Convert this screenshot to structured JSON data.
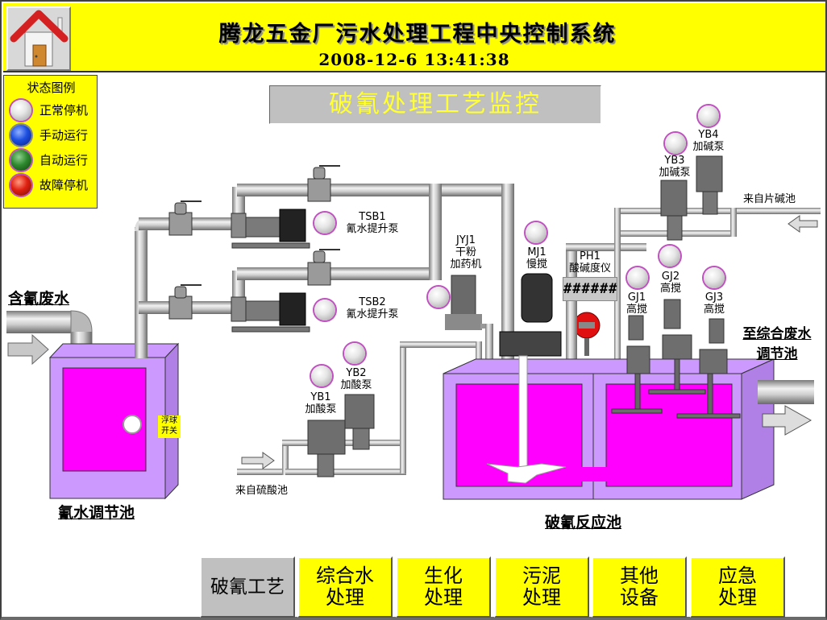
{
  "header": {
    "title": "腾龙五金厂污水处理工程中央控制系统",
    "datetime": "2008-12-6  13:41:38",
    "home_icon": "home-icon"
  },
  "legend": {
    "title": "状态图例",
    "items": [
      {
        "label": "正常停机",
        "color": "gray"
      },
      {
        "label": "手动运行",
        "color": "blue"
      },
      {
        "label": "自动运行",
        "color": "green"
      },
      {
        "label": "故障停机",
        "color": "red"
      }
    ]
  },
  "panel_title": "破氰处理工艺监控",
  "labels": {
    "inlet": "含氰废水",
    "regulating_tank": "氰水调节池",
    "float_switch": "浮球\n开关",
    "reaction_tank": "破氰反应池",
    "outlet_line1": "至综合废水",
    "outlet_line2": "调节池",
    "from_acid": "来自硫酸池",
    "from_alkali": "来自片碱池"
  },
  "equipment": {
    "tsb1": {
      "code": "TSB1",
      "name": "氰水提升泵",
      "status": "正常停机"
    },
    "tsb2": {
      "code": "TSB2",
      "name": "氰水提升泵",
      "status": "正常停机"
    },
    "jyj1": {
      "code": "JYJ1",
      "name1": "干粉",
      "name2": "加药机",
      "status": "正常停机"
    },
    "mj1": {
      "code": "MJ1",
      "name": "慢搅",
      "status": "正常停机"
    },
    "ph1": {
      "code": "PH1",
      "name": "酸碱度仪",
      "value": "######"
    },
    "yb1": {
      "code": "YB1",
      "name": "加酸泵",
      "status": "正常停机"
    },
    "yb2": {
      "code": "YB2",
      "name": "加酸泵",
      "status": "正常停机"
    },
    "yb3": {
      "code": "YB3",
      "name": "加碱泵",
      "status": "正常停机"
    },
    "yb4": {
      "code": "YB4",
      "name": "加碱泵",
      "status": "正常停机"
    },
    "gj1": {
      "code": "GJ1",
      "name": "高搅",
      "status": "正常停机"
    },
    "gj2": {
      "code": "GJ2",
      "name": "高搅",
      "status": "正常停机"
    },
    "gj3": {
      "code": "GJ3",
      "name": "高搅",
      "status": "正常停机"
    }
  },
  "nav": {
    "buttons": [
      {
        "label": "破氰工艺",
        "active": true
      },
      {
        "label": "综合水\n处理",
        "active": false
      },
      {
        "label": "生化\n处理",
        "active": false
      },
      {
        "label": "污泥\n处理",
        "active": false
      },
      {
        "label": "其他\n设备",
        "active": false
      },
      {
        "label": "应急\n处理",
        "active": false
      }
    ]
  },
  "colors": {
    "header_bg": "#ffff00",
    "tank_wall": "#cc99ff",
    "tank_liquid": "#ff00ff",
    "panel_title_text": "#ffff33"
  }
}
